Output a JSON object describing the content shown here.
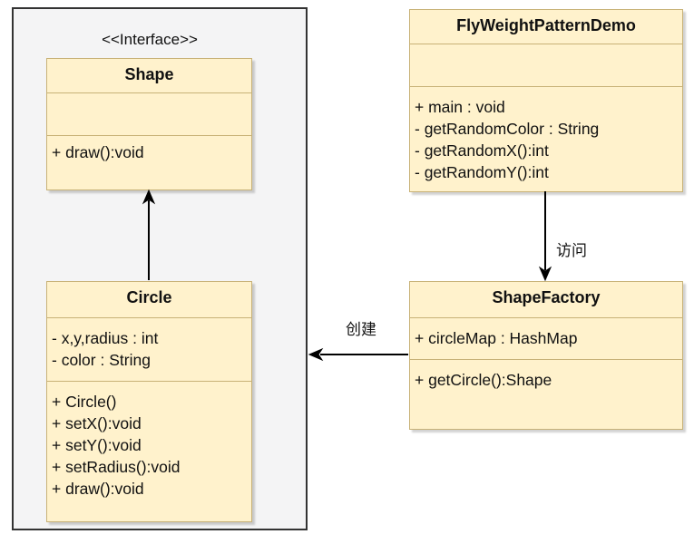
{
  "group": {
    "stereotype": "<<Interface>>"
  },
  "shape": {
    "name": "Shape",
    "attributes": [],
    "methods": [
      "+ draw():void"
    ]
  },
  "circle": {
    "name": "Circle",
    "attributes": [
      "- x,y,radius : int",
      "- color : String"
    ],
    "methods": [
      "+ Circle()",
      "+ setX():void",
      "+ setY():void",
      "+ setRadius():void",
      "+ draw():void"
    ]
  },
  "demo": {
    "name": "FlyWeightPatternDemo",
    "attributes": [],
    "methods": [
      "+ main : void",
      "- getRandomColor : String",
      "- getRandomX():int",
      "- getRandomY():int"
    ]
  },
  "factory": {
    "name": "ShapeFactory",
    "attributes": [
      "+ circleMap : HashMap"
    ],
    "methods": [
      "+ getCircle():Shape"
    ]
  },
  "relations": {
    "access_label": "访问",
    "create_label": "创建"
  }
}
